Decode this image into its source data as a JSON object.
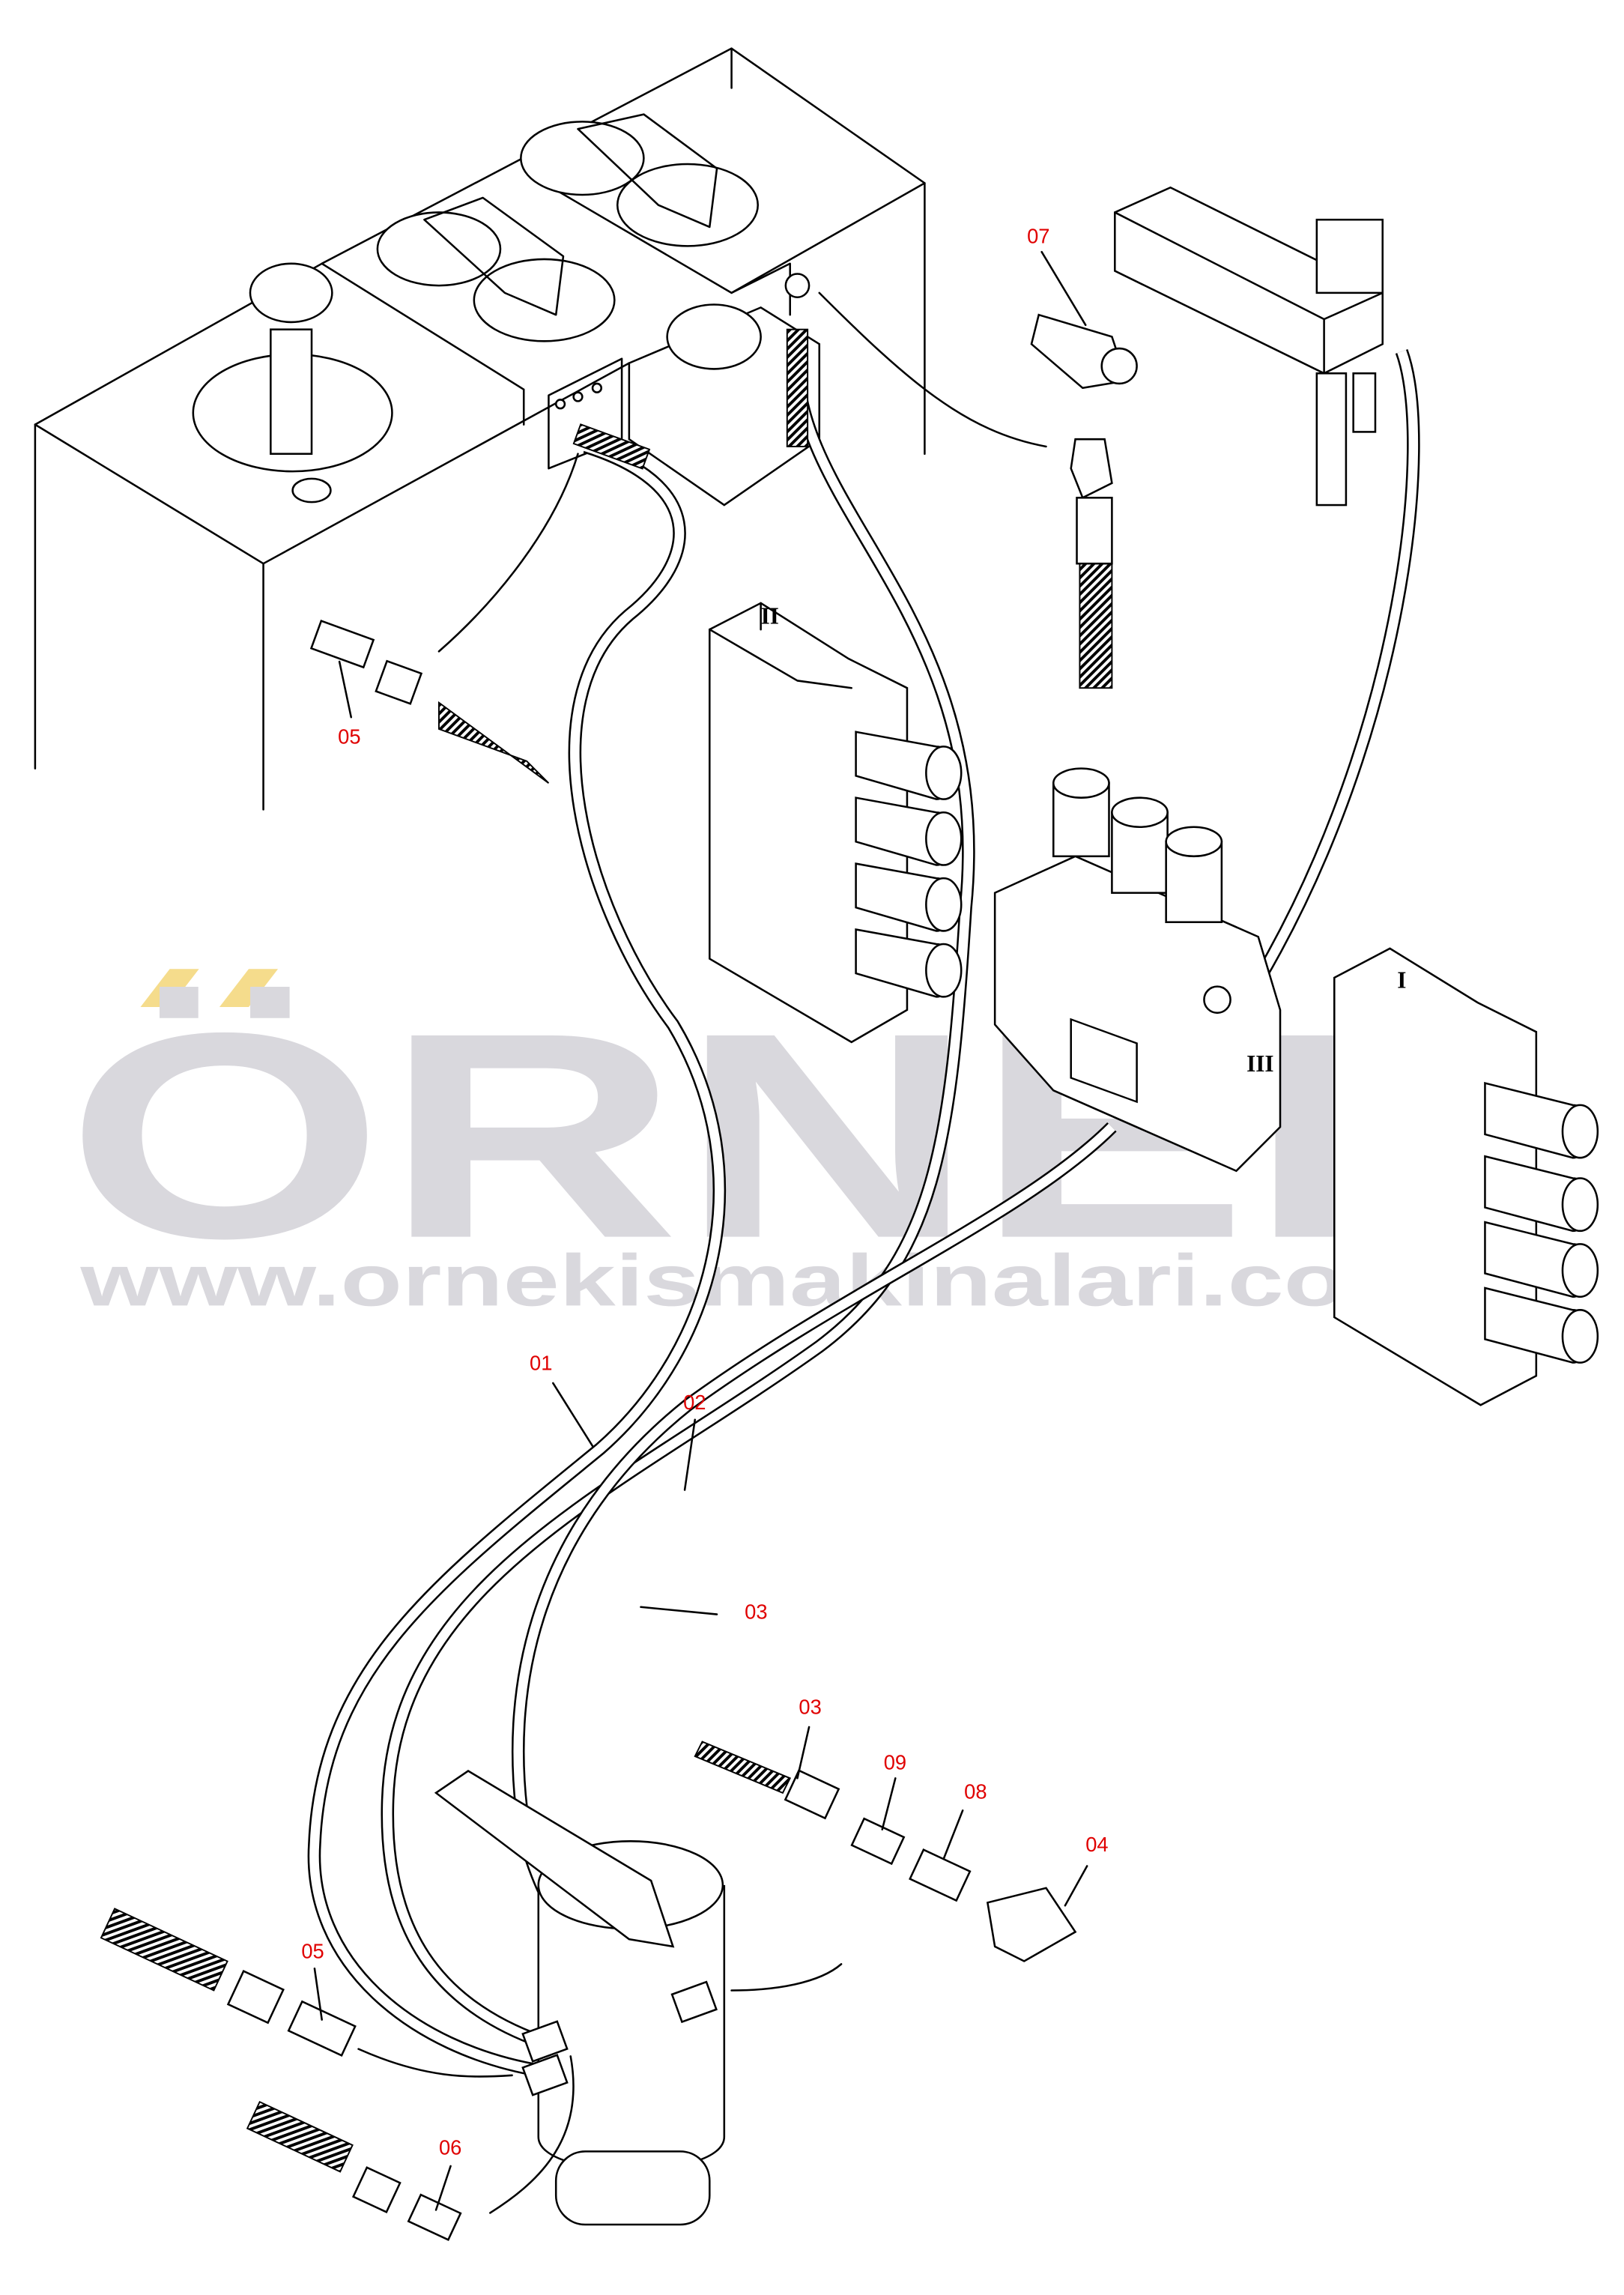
{
  "diagram": {
    "part_labels": [
      "07",
      "05",
      "01",
      "02",
      "03",
      "03",
      "09",
      "08",
      "04",
      "05",
      "06"
    ],
    "valve_labels": [
      "II",
      "I",
      "III"
    ]
  },
  "watermark": {
    "brand": "ÖRNEK",
    "url": "www.ornekismakinalari.com.tr",
    "brand_color": "#d9d8dd",
    "accent_color": "#f5dc8c"
  },
  "colors": {
    "label": "#e00000",
    "line": "#000000"
  }
}
